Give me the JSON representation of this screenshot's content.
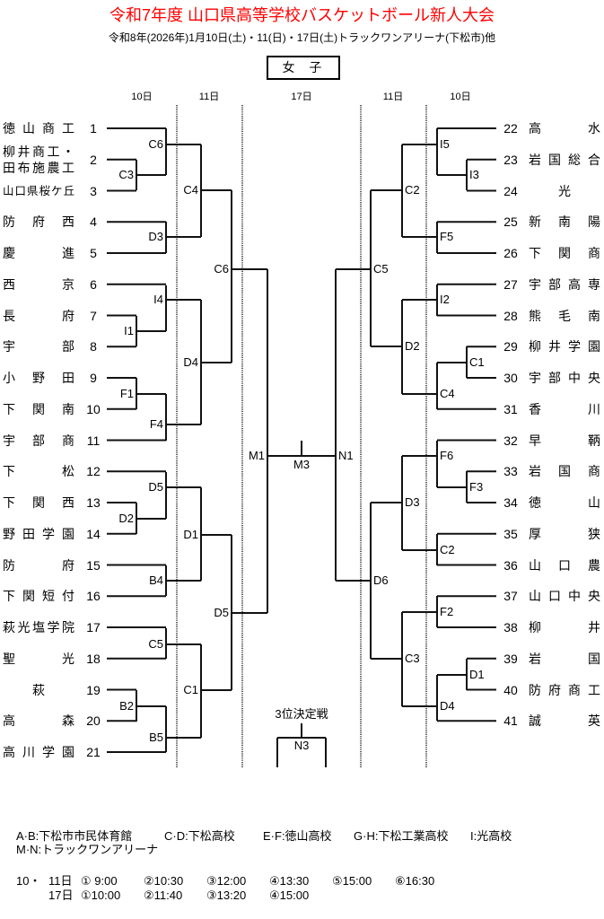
{
  "header": {
    "title": "令和7年度 山口県高等学校バスケットボール新人大会",
    "subtitle": "令和8年(2026年)1月10日(土)・11(日)・17日(土)トラックワンアリーナ(下松市)他",
    "category": "女 子"
  },
  "day_labels": {
    "left_round1": "10日",
    "left_round2": "11日",
    "center": "17日",
    "right_round2": "11日",
    "right_round1": "10日"
  },
  "left_teams": [
    {
      "no": "1",
      "name": "徳山商工"
    },
    {
      "no": "2",
      "name": "柳井商工・田布施農工",
      "name_lines": [
        "柳井商工・",
        "田布施農工"
      ]
    },
    {
      "no": "3",
      "name": "山口県桜ケ丘"
    },
    {
      "no": "4",
      "name": "防府西"
    },
    {
      "no": "5",
      "name": "慶進"
    },
    {
      "no": "6",
      "name": "西京"
    },
    {
      "no": "7",
      "name": "長府"
    },
    {
      "no": "8",
      "name": "宇部"
    },
    {
      "no": "9",
      "name": "小野田"
    },
    {
      "no": "10",
      "name": "下関南"
    },
    {
      "no": "11",
      "name": "宇部商"
    },
    {
      "no": "12",
      "name": "下松"
    },
    {
      "no": "13",
      "name": "下関西"
    },
    {
      "no": "14",
      "name": "野田学園"
    },
    {
      "no": "15",
      "name": "防府"
    },
    {
      "no": "16",
      "name": "下関短付"
    },
    {
      "no": "17",
      "name": "萩光塩学院"
    },
    {
      "no": "18",
      "name": "聖光"
    },
    {
      "no": "19",
      "name": "萩"
    },
    {
      "no": "20",
      "name": "高森"
    },
    {
      "no": "21",
      "name": "高川学園"
    }
  ],
  "right_teams": [
    {
      "no": "22",
      "name": "高水"
    },
    {
      "no": "23",
      "name": "岩国総合"
    },
    {
      "no": "24",
      "name": "光"
    },
    {
      "no": "25",
      "name": "新南陽"
    },
    {
      "no": "26",
      "name": "下関商"
    },
    {
      "no": "27",
      "name": "宇部高専"
    },
    {
      "no": "28",
      "name": "熊毛南"
    },
    {
      "no": "29",
      "name": "柳井学園"
    },
    {
      "no": "30",
      "name": "宇部中央"
    },
    {
      "no": "31",
      "name": "香川"
    },
    {
      "no": "32",
      "name": "早鞆"
    },
    {
      "no": "33",
      "name": "岩国商"
    },
    {
      "no": "34",
      "name": "徳山"
    },
    {
      "no": "35",
      "name": "厚狭"
    },
    {
      "no": "36",
      "name": "山口農"
    },
    {
      "no": "37",
      "name": "山口中央"
    },
    {
      "no": "38",
      "name": "柳井"
    },
    {
      "no": "39",
      "name": "岩国"
    },
    {
      "no": "40",
      "name": "防府商工"
    },
    {
      "no": "41",
      "name": "誠英"
    }
  ],
  "bracket": {
    "left_matches": [
      "C3",
      "C6",
      "D3",
      "C4",
      "I1",
      "I4",
      "F1",
      "F4",
      "D4",
      "C6",
      "D2",
      "D5",
      "B4",
      "D1",
      "C5",
      "B2",
      "B5",
      "C1",
      "D5",
      "M1"
    ],
    "right_matches": [
      "I3",
      "I5",
      "F5",
      "C2",
      "I2",
      "C1",
      "C4",
      "D2",
      "C5",
      "F3",
      "F6",
      "C2",
      "D3",
      "F2",
      "D1",
      "D4",
      "C3",
      "D6",
      "N1"
    ],
    "final_match": "M3",
    "third_place_label": "3位決定戦",
    "third_place_match": "N3"
  },
  "footer": {
    "venues": [
      "A·B:下松市市民体育館",
      "C·D:下松高校",
      "E·F:徳山高校",
      "G·H:下松工業高校",
      "I:光高校",
      "M·N:トラックワンアリーナ"
    ],
    "schedule": [
      {
        "days_prefix": "10・",
        "days": "11日",
        "slots": [
          "① 9:00",
          "②10:30",
          "③12:00",
          "④13:30",
          "⑤15:00",
          "⑥16:30"
        ]
      },
      {
        "days_prefix": "",
        "days": "17日",
        "slots": [
          "①10:00",
          "②11:40",
          "③13:20",
          "④15:00"
        ]
      }
    ]
  }
}
